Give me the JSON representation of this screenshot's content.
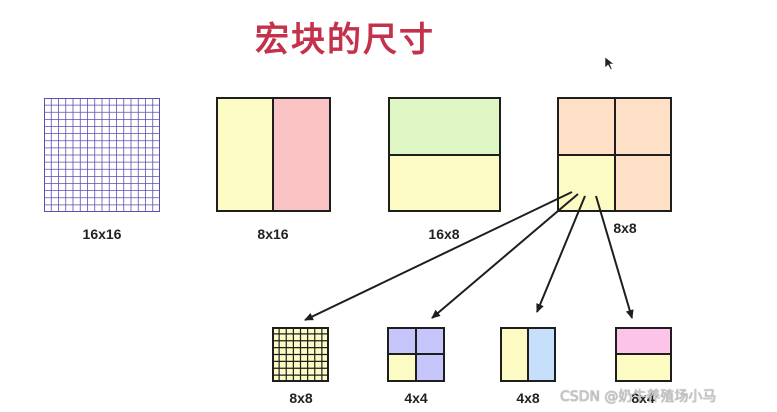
{
  "title": "宏块的尺寸",
  "colors": {
    "title": "#c4314b",
    "grid_line": "#5a4fb3",
    "yellow": "#fbfbc3",
    "pink": "#fbc4c4",
    "green": "#dff7c4",
    "peach": "#fde0c6",
    "lavender": "#c7c6fb",
    "blue": "#c6dffb",
    "magenta": "#fbc4e8",
    "arrow": "#1e1e1e"
  },
  "macroblocks": [
    {
      "label": "16x16"
    },
    {
      "label": "8x16"
    },
    {
      "label": "16x8"
    },
    {
      "label": "8x8"
    }
  ],
  "sub_macroblocks": [
    {
      "label": "8x8"
    },
    {
      "label": "4x4"
    },
    {
      "label": "4x8"
    },
    {
      "label": "8x4"
    }
  ],
  "watermark": "CSDN @奶牛养殖场小马"
}
